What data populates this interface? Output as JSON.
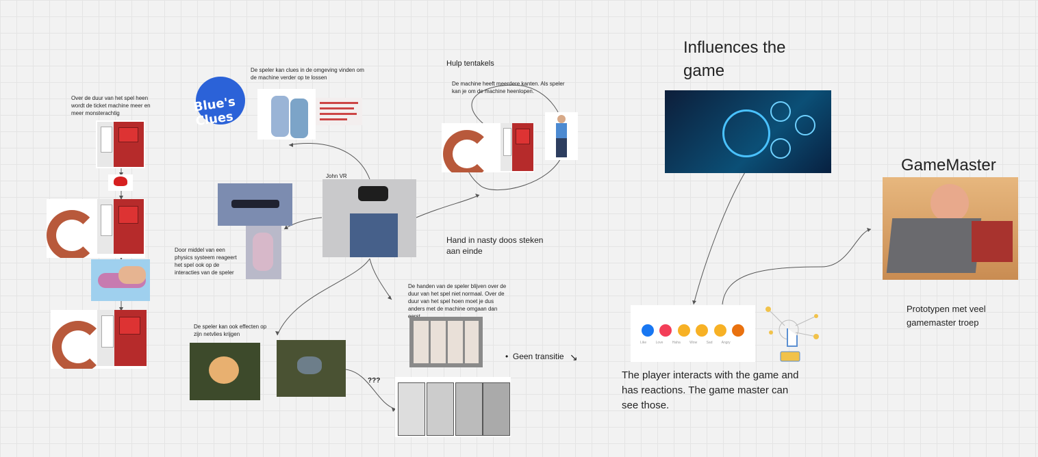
{
  "notes": {
    "ticket_machine": "Over de duur van het spel heen wordt de ticket machine meer en meer monsterachtig",
    "clues": "De speler kan clues in de omgeving vinden om de machine verder op te lossen",
    "hulp": "Hulp tentakels",
    "machine_sides": "De machine heeft meerdere kanten. Als speler kan je om de machine heenlopen.",
    "john_vr": "John VR",
    "physics": "Door middel van een physics systeem reageert het spel ook op de interacties van de speler",
    "hand_nasty": "Hand in nasty doos steken aan einde",
    "hands_abnormal": "De handen van de speler blijven over de duur van het spel niet normaal. Over de duur van het spel hoen moet je dus anders met de machine omgaan dan eerst.",
    "effects": "De speler kan ook effecten op zijn netvlies krijgen",
    "qqq": "???",
    "geen_transitie": "Geen transitie",
    "influences": "Influences the game",
    "gamemaster": "GameMaster",
    "prototypen": "Prototypen met veel gamemaster troep",
    "player_interacts": "The player interacts with the game and has reactions. The game master can see those."
  },
  "images": {
    "blues_clues_logo": "Blue's Clues",
    "reactions": [
      "Like",
      "Love",
      "Haha",
      "Wow",
      "Sad",
      "Angry"
    ]
  },
  "colors": {
    "accent_red": "#b62b2b",
    "tentacle": "#b8593b",
    "blue": "#1a6fd6"
  }
}
